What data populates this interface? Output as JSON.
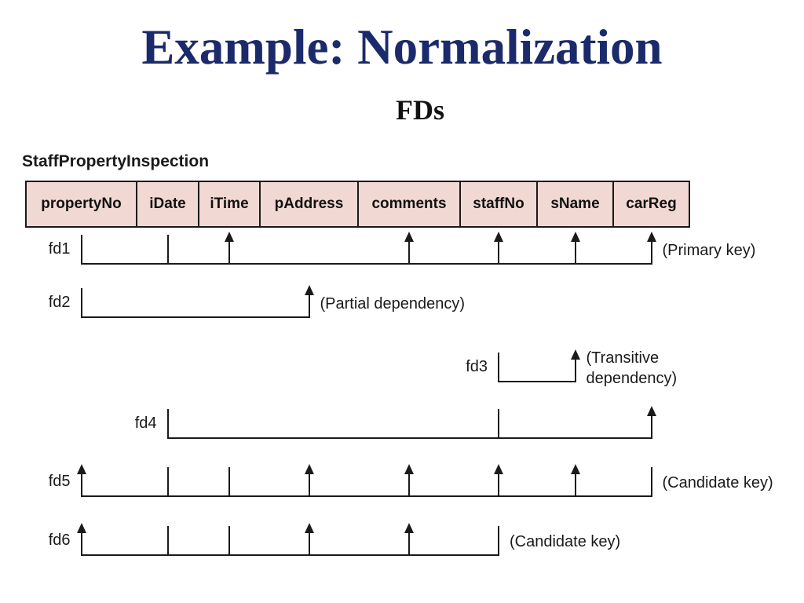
{
  "slide": {
    "title": "Example: Normalization",
    "subtitle": "FDs",
    "title_color": "#1b2a6b"
  },
  "table": {
    "label": "StaffPropertyInspection",
    "columns": [
      "propertyNo",
      "iDate",
      "iTime",
      "pAddress",
      "comments",
      "staffNo",
      "sName",
      "carReg"
    ],
    "fill_color": "#f2d8d2",
    "border_color": "#1a1a1a"
  },
  "fds": [
    {
      "label": "fd1",
      "determinants": [
        "propertyNo",
        "iDate"
      ],
      "dependents": [
        "iTime",
        "comments",
        "staffNo",
        "sName",
        "carReg"
      ],
      "annotation": "(Primary key)"
    },
    {
      "label": "fd2",
      "determinants": [
        "propertyNo"
      ],
      "dependents": [
        "pAddress"
      ],
      "annotation": "(Partial dependency)"
    },
    {
      "label": "fd3",
      "determinants": [
        "staffNo"
      ],
      "dependents": [
        "sName"
      ],
      "annotation": "(Transitive\ndependency)"
    },
    {
      "label": "fd4",
      "determinants": [
        "iDate",
        "staffNo"
      ],
      "dependents": [
        "carReg"
      ],
      "annotation": ""
    },
    {
      "label": "fd5",
      "determinants": [
        "iDate",
        "iTime",
        "carReg"
      ],
      "dependents": [
        "propertyNo",
        "pAddress",
        "comments",
        "staffNo",
        "sName"
      ],
      "annotation": "(Candidate key)"
    },
    {
      "label": "fd6",
      "determinants": [
        "iDate",
        "iTime",
        "staffNo"
      ],
      "dependents": [
        "propertyNo",
        "pAddress",
        "comments"
      ],
      "annotation": "(Candidate key)"
    }
  ]
}
